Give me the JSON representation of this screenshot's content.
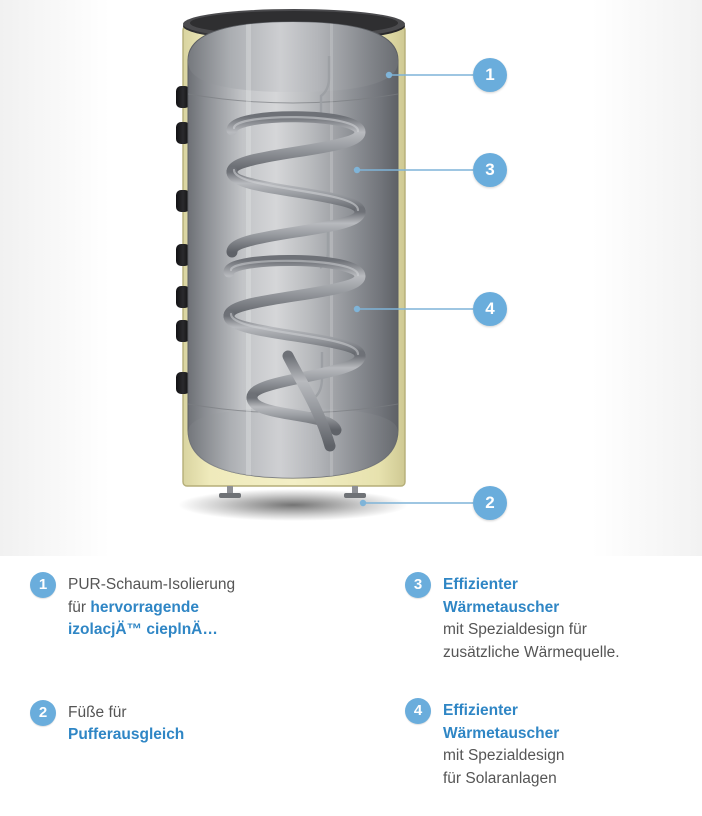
{
  "illustration": {
    "alt_name": "buffer-tank-cutaway-illustration",
    "colors": {
      "insulation": "#e8e3b0",
      "tank_body_light": "#cfd0d2",
      "tank_body_dark": "#6f7277",
      "coil": "#8b8e94",
      "accent": "#6aaddc",
      "leader_line": "#7fb4d8",
      "top_cap": "#3a3a3c"
    },
    "callouts": [
      {
        "id": "1",
        "label": "1",
        "target": "insulation-jacket"
      },
      {
        "id": "3",
        "label": "3",
        "target": "upper-heat-exchanger-coil"
      },
      {
        "id": "4",
        "label": "4",
        "target": "lower-heat-exchanger-coil"
      },
      {
        "id": "2",
        "label": "2",
        "target": "adjustable-feet"
      }
    ]
  },
  "legend": {
    "left": [
      {
        "number": "1",
        "line1_plain": "PUR-Schaum-Isolierung",
        "line2_plain": "für ",
        "line2_bold": "hervorragende",
        "line3_bold": "izolacjÄ™ cieplnÄ…"
      },
      {
        "number": "2",
        "line1_plain": "Füße für",
        "line2_bold": "Pufferausgleich"
      }
    ],
    "right": [
      {
        "number": "3",
        "title_line1": "Effizienter",
        "title_line2": "Wärmetauscher",
        "body_line1": "mit Spezialdesign für",
        "body_line2": "zusätzliche Wärmequelle."
      },
      {
        "number": "4",
        "title_line1": "Effizienter",
        "title_line2": "Wärmetauscher",
        "body_line1": "mit Spezialdesign",
        "body_line2": "für Solaranlagen"
      }
    ]
  }
}
